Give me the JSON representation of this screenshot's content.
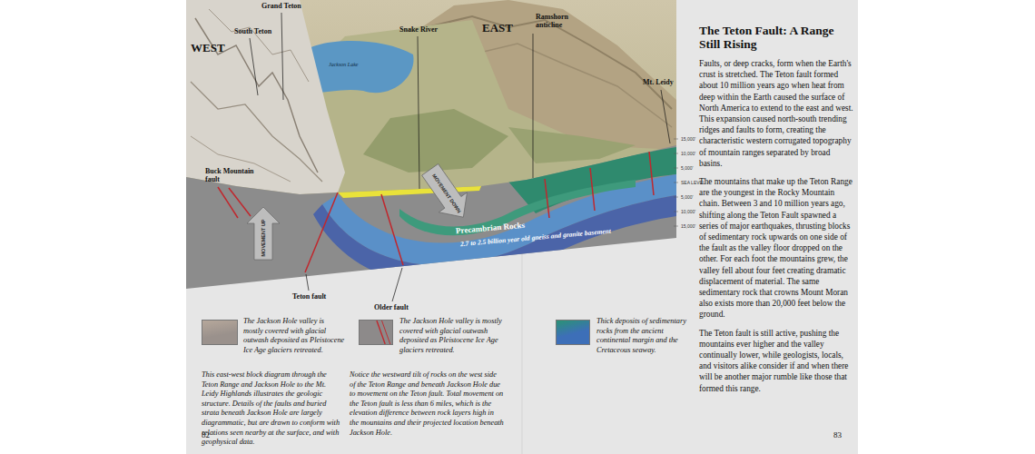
{
  "diagram": {
    "title": "The Teton Fault: A Range Still Rising",
    "labels": [
      "Grand Teton",
      "South Teton",
      "WEST",
      "Snake River",
      "EAST",
      "Ramshorn anticline",
      "Mt. Leidy",
      "Jackson Lake",
      "Buck Mountain fault",
      "Teton fault",
      "Older fault",
      "MOVEMENT UP",
      "MOVEMENT DOWN",
      "Precambrian Rocks",
      "2.7 to 2.5 billion year old gneiss and granite basement",
      "15,000'",
      "10,000'",
      "5,000'",
      "SEA LEVEL",
      "5,000'",
      "10,000'",
      "15,000'",
      "This east-west block diagram through the Teton Range and Jackson Hole to the Mt. Leidy Highlands illustrates the geologic structure. Details of the faults and buried strata beneath Jackson Hole are largely diagrammatic, but are drawn to conform with relations seen nearby at the surface, and with geophysical data.",
      "Notice the westward tilt of rocks on the west side of the Teton Range and beneath Jackson Hole due to movement on the Teton fault. Total movement on the Teton fault is less than 6 miles, which is the elevation difference between rock layers high in the mountains and their projected location beneath Jackson Hole.",
      "Faults, or deep cracks, form when the Earth's crust is stretched. The Teton fault formed about 10 million years ago when heat from deep within the Earth caused the surface of North America to extend to the east and west. This expansion caused north-south trending ridges and faults to form, creating the characteristic western corrugated topography of mountain ranges separated by broad basins.",
      "The mountains that make up the Teton Range are the youngest in the Rocky Mountain chain. Between 3 and 10 million years ago, shifting along the Teton Fault spawned a series of major earthquakes, thrusting blocks of sedimentary rock upwards on one side of the fault as the valley floor dropped on the other. For each foot the mountains grew, the valley fell about four feet creating dramatic displacement of material. The same sedimentary rock that crowns Mount Moran also exists more than 20,000 feet below the ground.",
      "The Teton fault is still active, pushing the mountains ever higher and the valley continually lower, while geologists, locals, and visitors alike consider if and when there will be another major rumble like those that formed this range.",
      "82",
      "83"
    ],
    "legend": [
      {
        "text": "The Jackson Hole valley is mostly covered with glacial outwash deposited as Pleistocene Ice Age glaciers retreated.",
        "color": "#9a918c"
      },
      {
        "text": "The Jackson Hole valley is mostly covered with glacial outwash deposited as Pleistocene Ice Age glaciers retreated.",
        "color": "#8d8a8a"
      },
      {
        "text": "Thick deposits of sedimentary rocks from the ancient continental margin and the Cretaceous seaway.",
        "color": "#3d6fb8"
      }
    ]
  }
}
